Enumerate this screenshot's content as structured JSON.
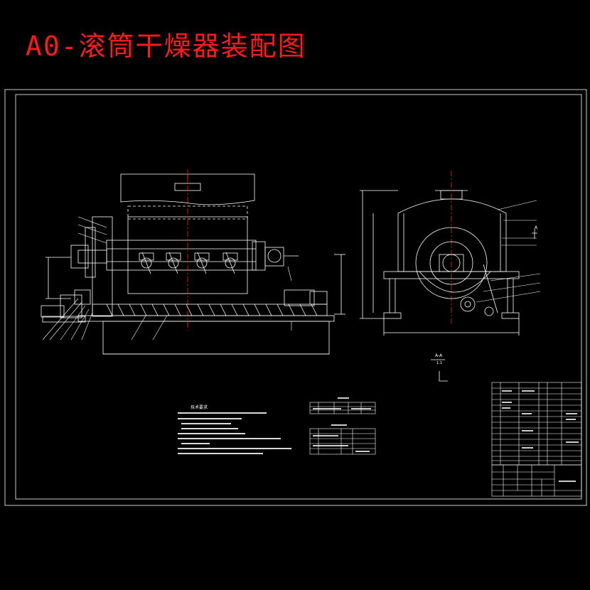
{
  "title": "A0-滚筒干燥器装配图",
  "colors": {
    "background": "#000000",
    "title": "#ff1a1a",
    "line": "#ffffff",
    "center_line": "#ff2020"
  },
  "section_label": "A-A",
  "section_scale": "1:1",
  "section_mark": "A",
  "tech_requirements": {
    "heading": "技术要求"
  }
}
